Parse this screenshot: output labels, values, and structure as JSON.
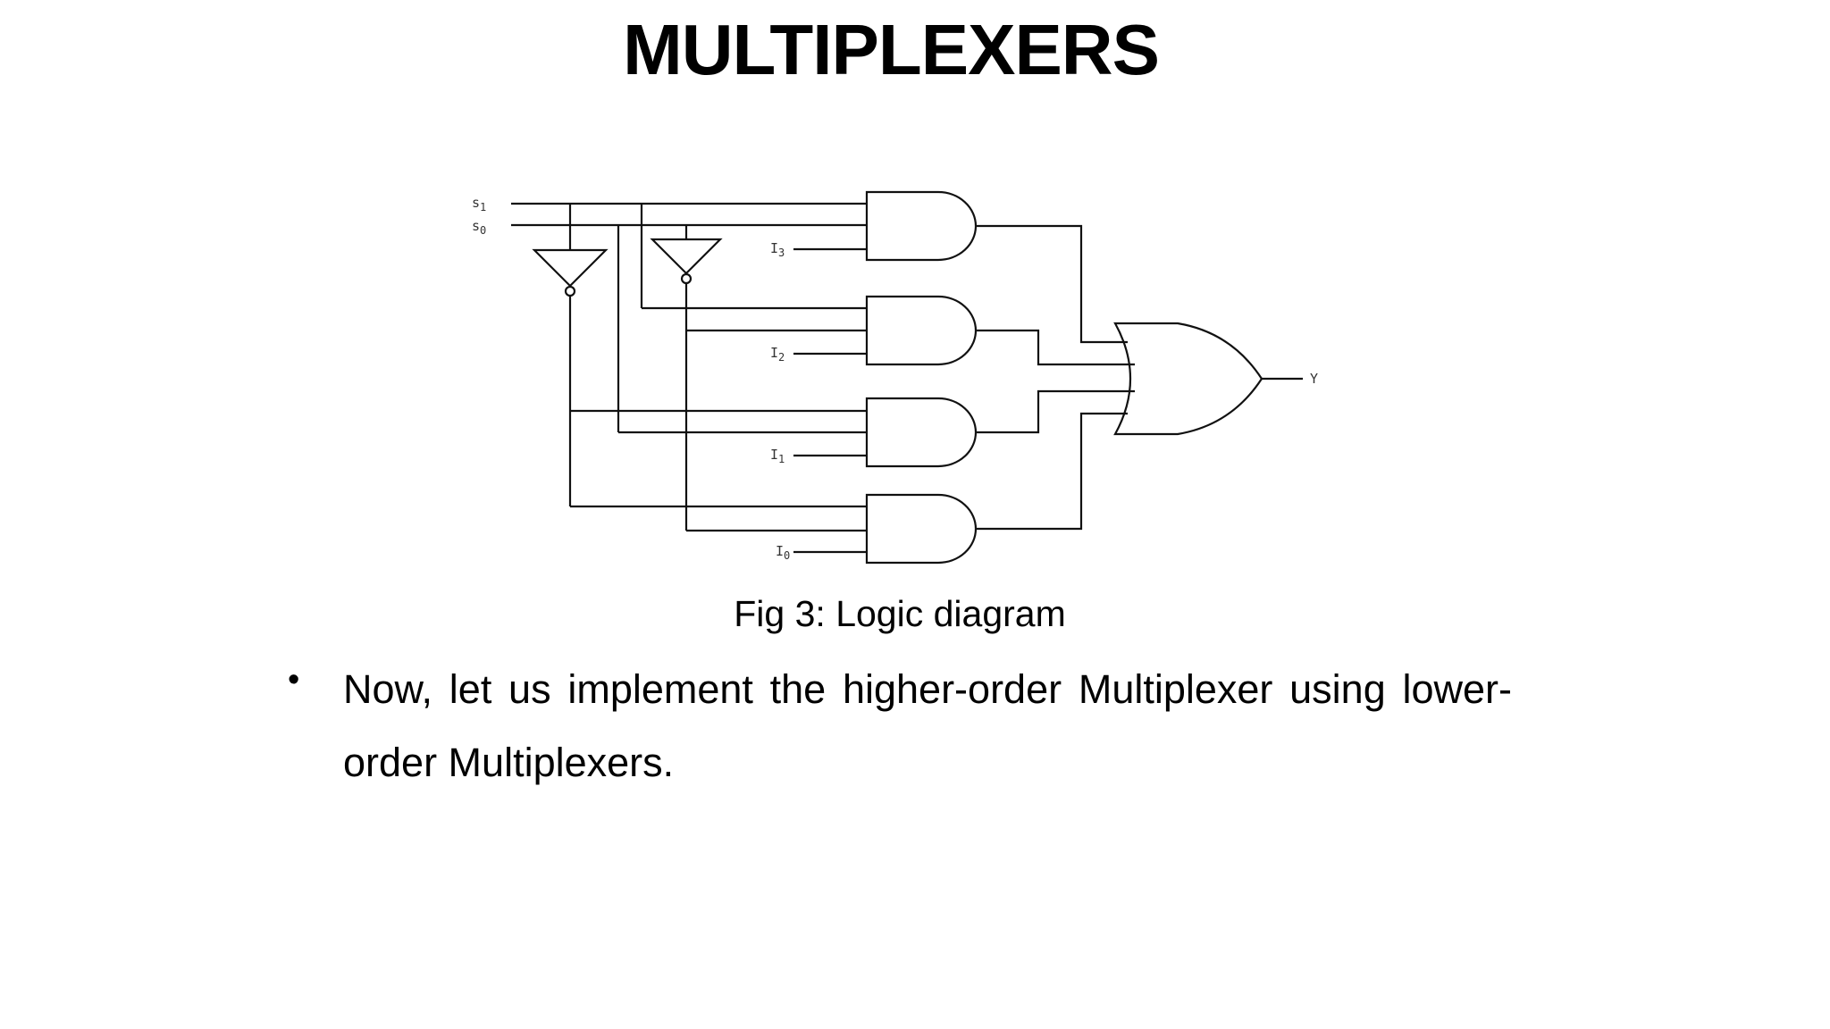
{
  "slide": {
    "title": "MULTIPLEXERS",
    "caption": "Fig 3: Logic diagram",
    "bullet": "Now, let us implement the higher-order Multiplexer using lower-order Multiplexers."
  },
  "diagram": {
    "select_labels": {
      "s1": {
        "base": "s",
        "sub": "1"
      },
      "s0": {
        "base": "s",
        "sub": "0"
      }
    },
    "data_inputs": [
      {
        "base": "I",
        "sub": "3"
      },
      {
        "base": "I",
        "sub": "2"
      },
      {
        "base": "I",
        "sub": "1"
      },
      {
        "base": "I",
        "sub": "0"
      }
    ],
    "output_label": "Y",
    "gates": {
      "and_count": 4,
      "or_count": 1,
      "not_count": 2
    }
  }
}
